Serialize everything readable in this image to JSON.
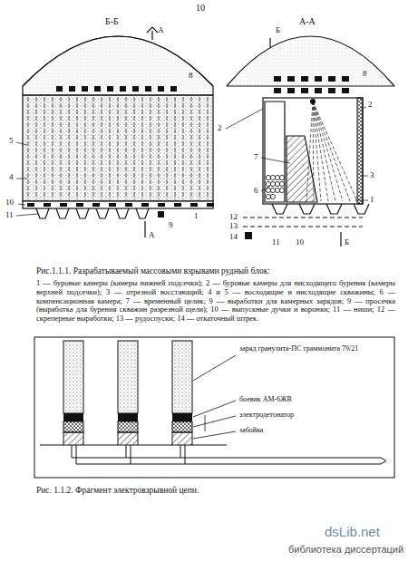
{
  "diagram": {
    "labels": [
      "10",
      "Б-Б",
      "А-А",
      "А",
      "А",
      "Б",
      "Б",
      "8",
      "5",
      "4",
      "10",
      "11",
      "1",
      "9",
      "2",
      "8",
      "2",
      "7",
      "6",
      "3",
      "1",
      "12",
      "13",
      "14",
      "11",
      "10",
      "Рис.1.1.1. Разрабатываемый массовыми взрывами рудный блок:",
      "1 — буровые камеры (камеры нижней подсечки); 2 — буровые камеры для нисходящего бурения (камеры верхней подсечки); 3 — отрезной восстающий; 4 и 5 — восходящие и нисходящие скважины; 6 — компенсационная камера; 7 — временный целик; 9 — выработки для камерных зарядов; 9 — просечка (выработка для бурения скважин разрезной щели); 10 — выпускные дучки и воронки; 11 — ниши; 12 — скреперные выработки; 13 — рудоспуски; 14 — откаточный штрек.",
      "заряд гранулита-ПС граммонита 79/21",
      "боевик АМ-6ЖВ",
      "электродетонатор",
      "забойка",
      "Рис. 1.1.2. Фрагмент электровзрывной цепи.",
      "dsLib.net",
      "библиотека диссертаций"
    ]
  }
}
